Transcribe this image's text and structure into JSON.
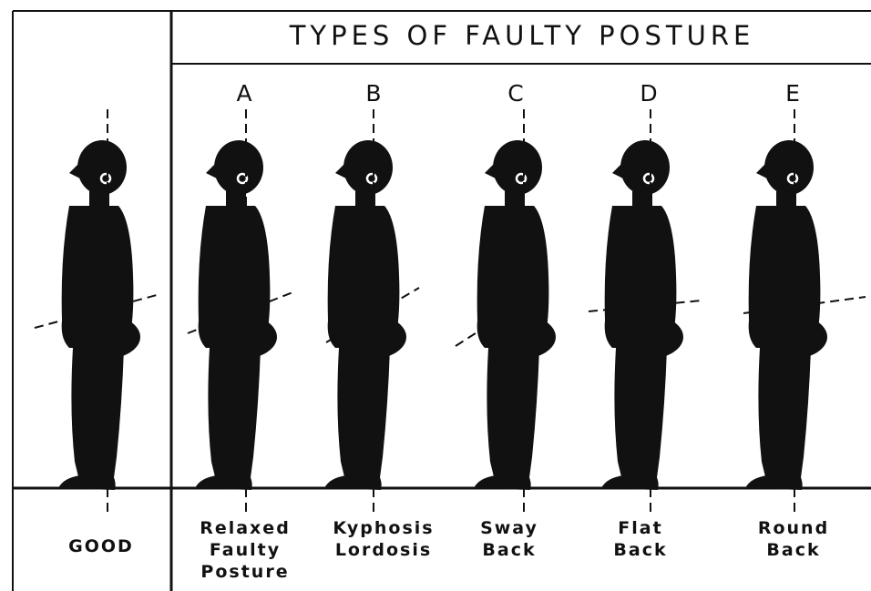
{
  "title": "TYPES OF FAULTY POSTURE",
  "good_label": "GOOD",
  "postures": [
    {
      "letter": "A",
      "caption": "Relaxed\nFaulty\nPosture"
    },
    {
      "letter": "B",
      "caption": "Kyphosis\nLordosis"
    },
    {
      "letter": "C",
      "caption": "Sway\nBack"
    },
    {
      "letter": "D",
      "caption": "Flat\nBack"
    },
    {
      "letter": "E",
      "caption": "Round\nBack"
    }
  ]
}
